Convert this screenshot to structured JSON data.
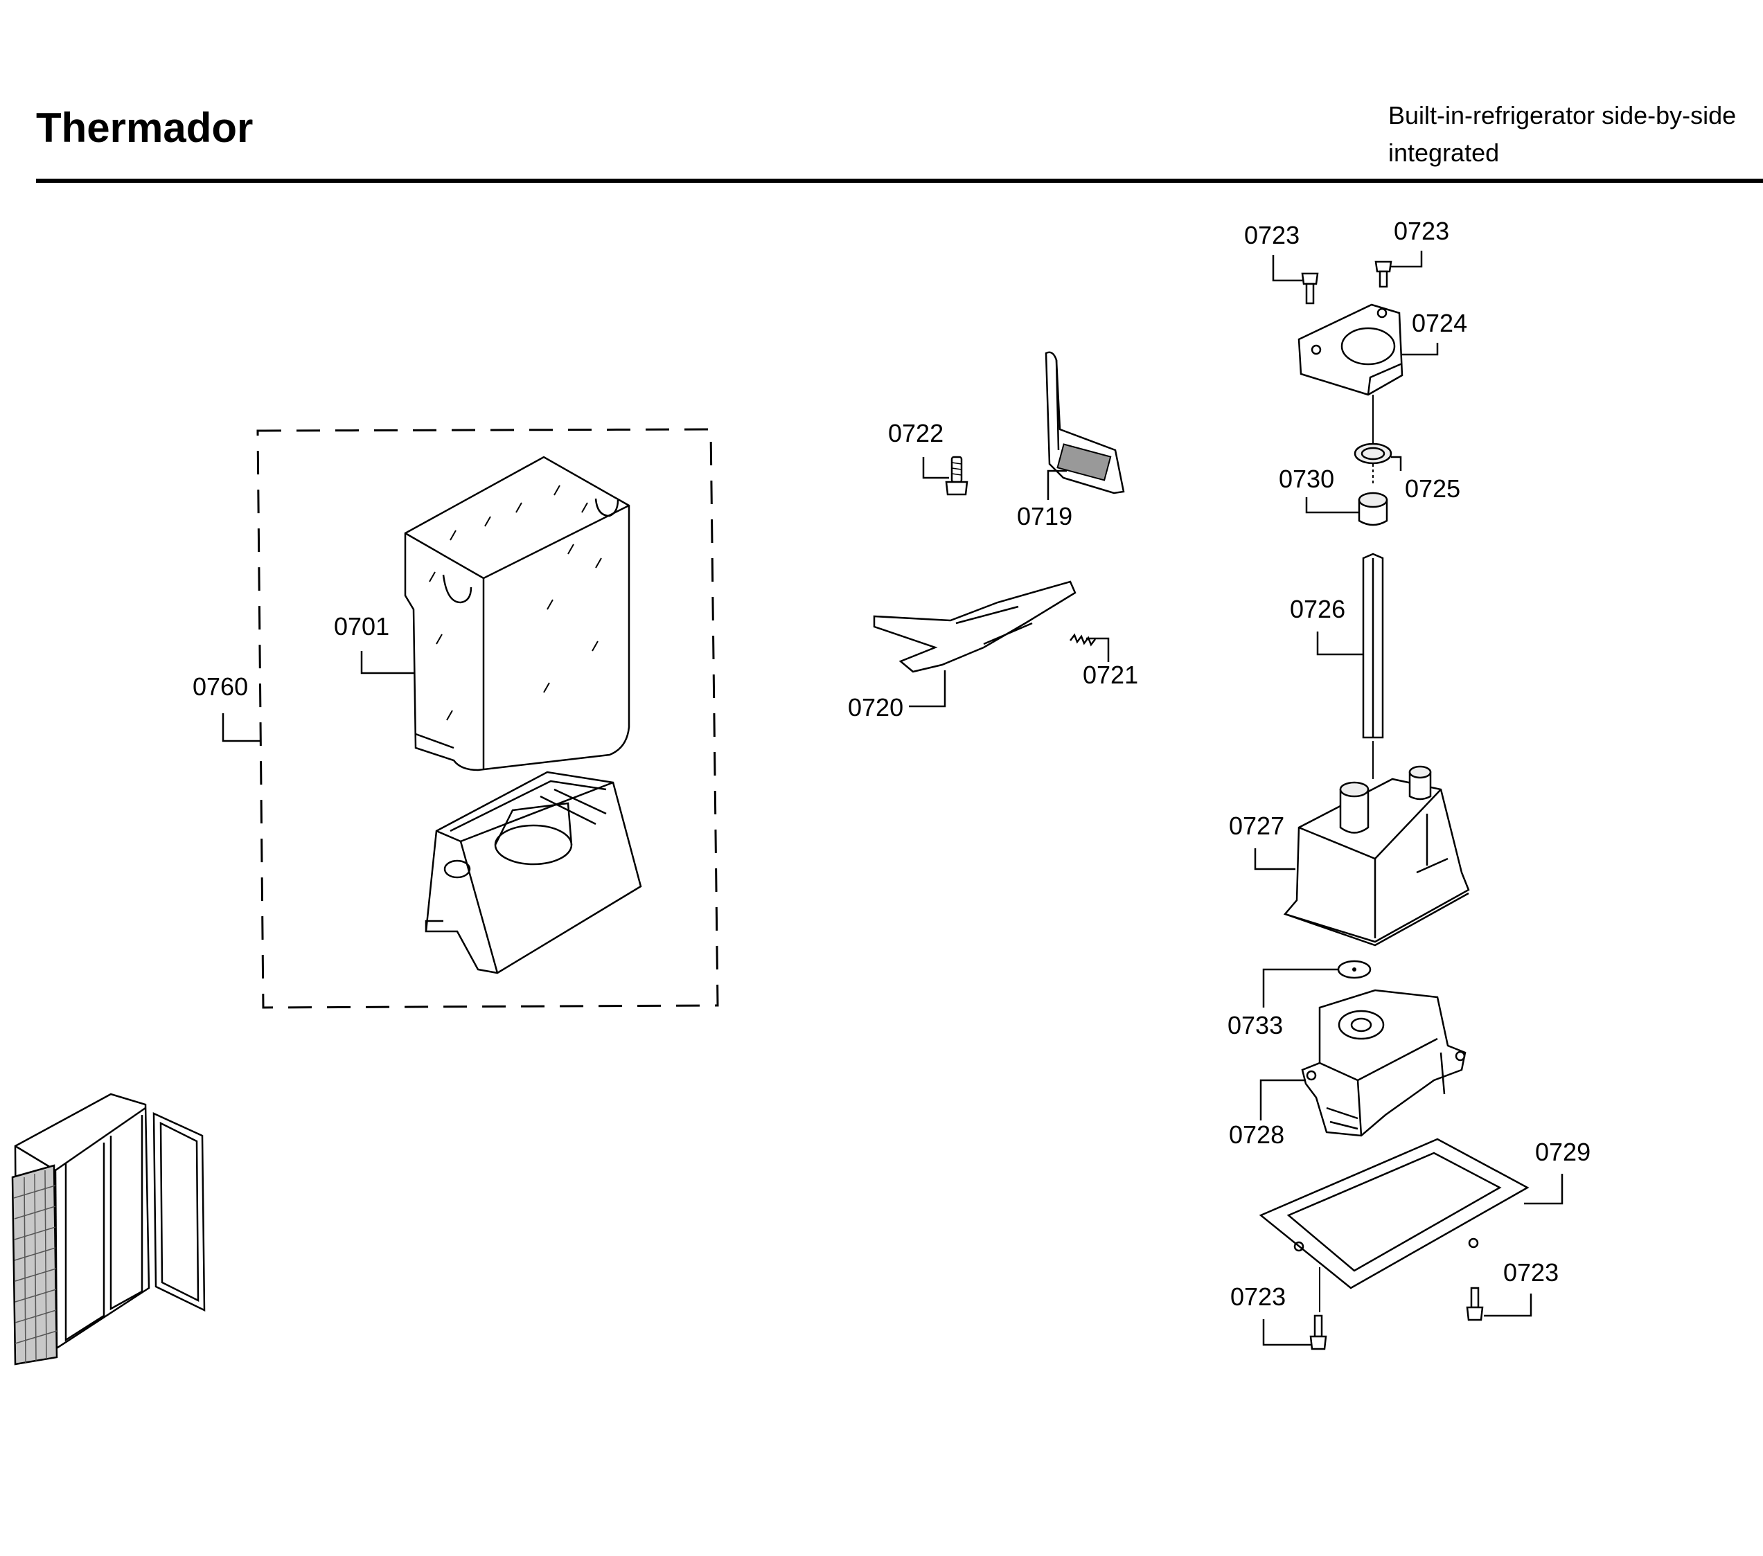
{
  "header": {
    "brand": "Thermador",
    "subtitle_line1": "Built-in-refrigerator side-by-side",
    "subtitle_line2": "integrated"
  },
  "callouts": {
    "c0701": "0701",
    "c0719": "0719",
    "c0720": "0720",
    "c0721": "0721",
    "c0722": "0722",
    "c0723_a": "0723",
    "c0723_b": "0723",
    "c0723_c": "0723",
    "c0723_d": "0723",
    "c0724": "0724",
    "c0725": "0725",
    "c0726": "0726",
    "c0727": "0727",
    "c0728": "0728",
    "c0729": "0729",
    "c0730": "0730",
    "c0733": "0733",
    "c0760": "0760"
  }
}
